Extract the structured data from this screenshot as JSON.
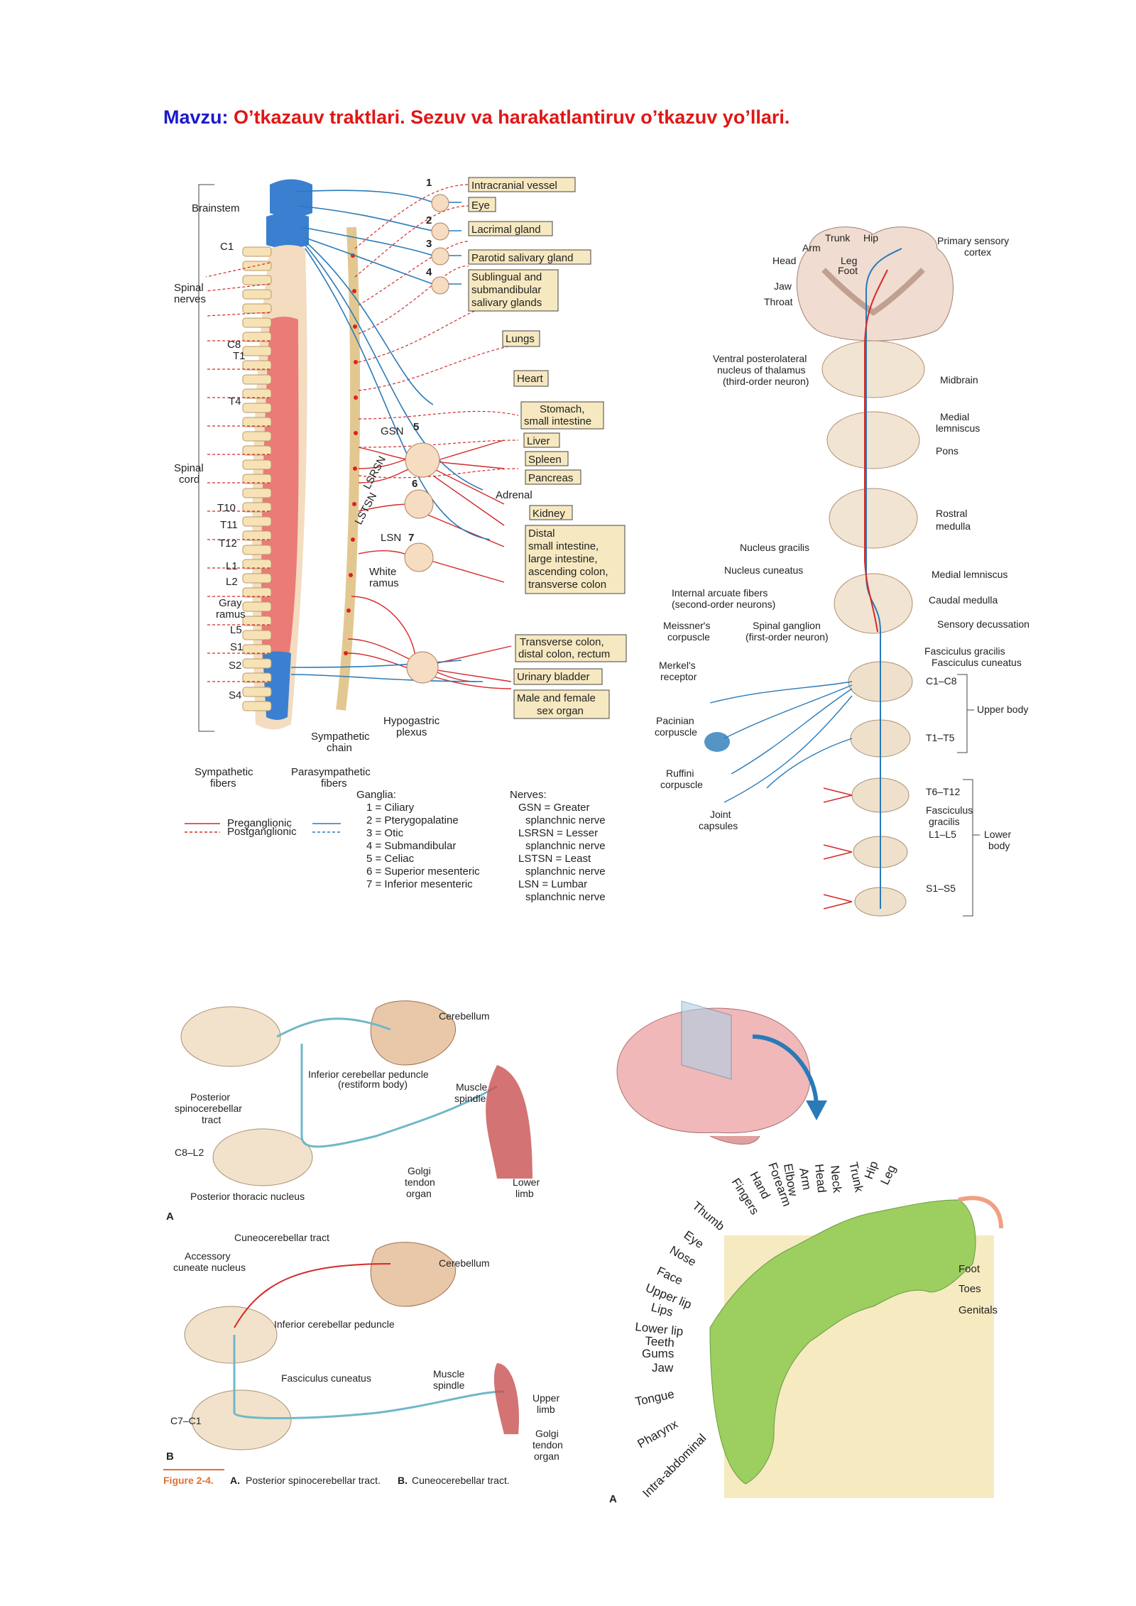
{
  "title": {
    "keyword": "Mavzu:",
    "text": "O’tkazauv traktlari. Sezuv va harakatlantiruv o’tkazuv yo’llari."
  },
  "fig_autonomic": {
    "left_labels": [
      "Brainstem",
      "C1",
      "Spinal",
      "nerves",
      "C8",
      "T1",
      "T4",
      "Spinal",
      "cord",
      "T10",
      "T11",
      "T12",
      "L1",
      "L2",
      "Gray",
      "ramus",
      "L5",
      "S1",
      "S2",
      "S4"
    ],
    "ganglia_numbers": [
      "1",
      "2",
      "3",
      "4",
      "5",
      "6",
      "7"
    ],
    "organs": [
      "Intracranial vessel",
      "Eye",
      "Lacrimal gland",
      "Parotid salivary gland",
      "Sublingual and",
      "submandibular",
      "salivary glands",
      "Lungs",
      "Heart",
      "Stomach,",
      "small intestine",
      "Liver",
      "Spleen",
      "Pancreas",
      "Adrenal",
      "Kidney",
      "Distal",
      "small intestine,",
      "large intestine,",
      "ascending colon,",
      "transverse colon",
      "Transverse colon,",
      "distal colon, rectum",
      "Urinary bladder",
      "Male and female",
      "sex organ"
    ],
    "nerve_labels": [
      "GSN",
      "LSRSN",
      "LSTSN",
      "LSN",
      "White",
      "ramus",
      "Sympathetic",
      "chain",
      "Hypogastric",
      "plexus"
    ],
    "bottom": {
      "symp": [
        "Sympathetic",
        "fibers"
      ],
      "parasymp": [
        "Parasympathetic",
        "fibers"
      ],
      "pre": "Preganglionic",
      "post": "Postganglionic",
      "ganglia_title": "Ganglia:",
      "ganglia": [
        "1 = Ciliary",
        "2 = Pterygopalatine",
        "3 = Otic",
        "4 = Submandibular",
        "5 = Celiac",
        "6 = Superior mesenteric",
        "7 = Inferior mesenteric"
      ],
      "nerves_title": "Nerves:",
      "nerves": [
        "GSN = Greater",
        "splanchnic nerve",
        "LSRSN = Lesser",
        "splanchnic nerve",
        "LSTSN = Least",
        "splanchnic nerve",
        "LSN = Lumbar",
        "splanchnic nerve"
      ]
    }
  },
  "fig_sensory": {
    "top_labels": [
      "Trunk",
      "Hip",
      "Arm",
      "Head",
      "Leg",
      "Foot",
      "Jaw",
      "Throat",
      "Primary sensory",
      "cortex"
    ],
    "labels": [
      "Ventral posterolateral",
      "nucleus of thalamus",
      "(third-order neuron)",
      "Midbrain",
      "Medial",
      "lemniscus",
      "Pons",
      "Rostral",
      "medulla",
      "Nucleus gracilis",
      "Nucleus cuneatus",
      "Medial lemniscus",
      "Internal arcuate fibers",
      "(second-order neurons)",
      "Caudal medulla",
      "Sensory decussation",
      "Meissner's",
      "corpuscle",
      "Spinal ganglion",
      "(first-order neuron)",
      "Fasciculus gracilis",
      "Fasciculus cuneatus",
      "Merkel's",
      "receptor",
      "C1–C8",
      "Upper body",
      "Pacinian",
      "corpuscle",
      "T1–T5",
      "Ruffini",
      "corpuscle",
      "T6–T12",
      "Fasciculus",
      "gracilis",
      "Joint",
      "capsules",
      "L1–L5",
      "Lower",
      "body",
      "S1–S5"
    ]
  },
  "fig_cerebellar": {
    "a_labels": [
      "Cerebellum",
      "Inferior cerebellar peduncle",
      "(restiform body)",
      "Posterior",
      "spinocerebellar",
      "tract",
      "Muscle",
      "spindle",
      "C8–L2",
      "Golgi",
      "tendon",
      "organ",
      "Lower",
      "limb",
      "Posterior thoracic nucleus",
      "A"
    ],
    "b_labels": [
      "Cuneocerebellar tract",
      "Accessory",
      "cuneate nucleus",
      "Cerebellum",
      "Inferior cerebellar peduncle",
      "Fasciculus cuneatus",
      "Muscle",
      "spindle",
      "Upper",
      "limb",
      "C7–C1",
      "Golgi",
      "tendon",
      "organ",
      "B"
    ],
    "caption_prefix": "Figure 2-4.",
    "caption_a": "A.",
    "caption_a_text": "Posterior spinocerebellar tract.",
    "caption_b": "B.",
    "caption_b_text": "Cuneocerebellar tract."
  },
  "fig_homunculus": {
    "rotated_labels": [
      "Forearm",
      "Elbow",
      "Arm",
      "Head",
      "Neck",
      "Trunk",
      "Hip",
      "Leg",
      "Hand",
      "Fingers",
      "Thumb",
      "Eye",
      "Nose",
      "Face",
      "Upper lip",
      "Lips",
      "Lower lip",
      "Teeth",
      "Gums",
      "Jaw",
      "Tongue",
      "Pharynx",
      "Intra-abdominal"
    ],
    "right_labels": [
      "Foot",
      "Toes",
      "Genitals"
    ],
    "panel_letter": "A"
  },
  "colors": {
    "keyword": "#1a1acc",
    "title": "#e01616",
    "sympathetic": "#d62828",
    "parasympathetic": "#2a7ab8"
  }
}
